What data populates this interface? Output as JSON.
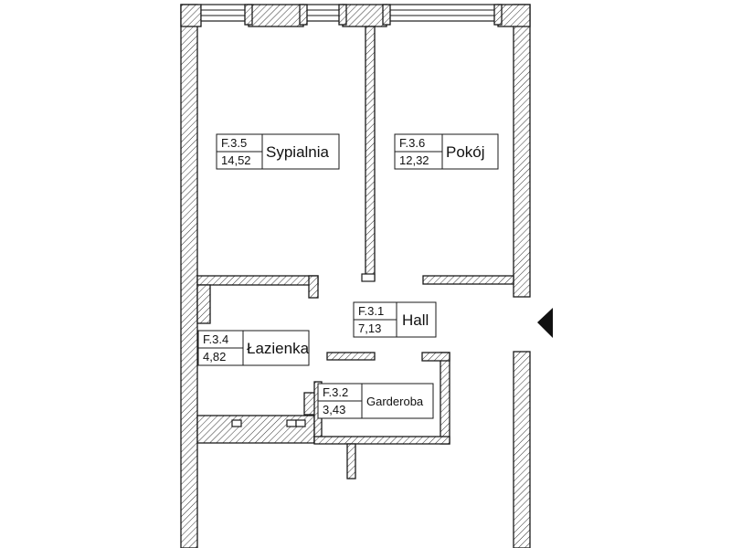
{
  "rooms": [
    {
      "id": "sypialnia",
      "code": "F.3.5",
      "area": "14,52",
      "name": "Sypialnia"
    },
    {
      "id": "pokoj",
      "code": "F.3.6",
      "area": "12,32",
      "name": "Pokój"
    },
    {
      "id": "hall",
      "code": "F.3.1",
      "area": "7,13",
      "name": "Hall"
    },
    {
      "id": "lazienka",
      "code": "F.3.4",
      "area": "4,82",
      "name": "Łazienka"
    },
    {
      "id": "garderoba",
      "code": "F.3.2",
      "area": "3,43",
      "name": "Garderoba"
    }
  ],
  "colors": {
    "wall_stroke": "#1a1a1a",
    "hatch": "#333333",
    "background": "#ffffff"
  },
  "icons": {
    "entrance": "entrance-arrow-icon"
  }
}
